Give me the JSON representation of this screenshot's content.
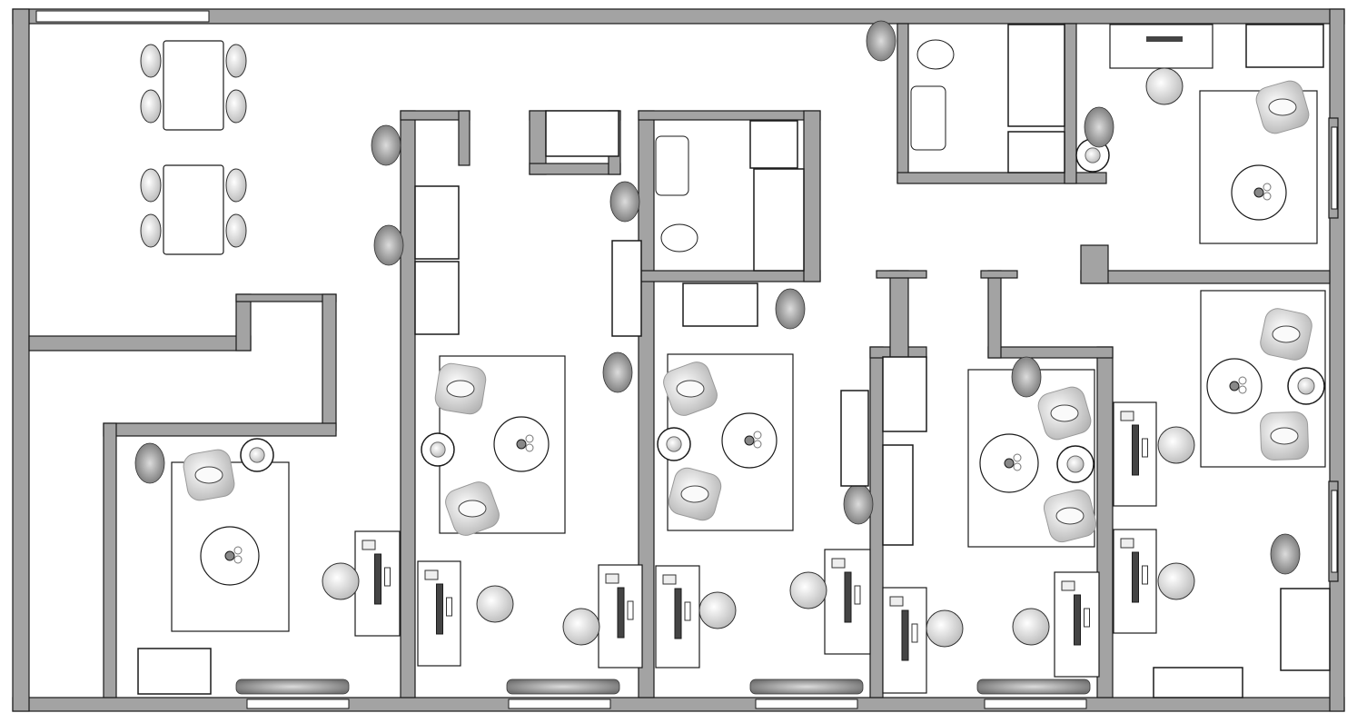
{
  "plan": {
    "colors": {
      "wall": "#a3a3a3",
      "outline": "#1a1a1a",
      "floor": "#ffffff",
      "plant": "#8a8a8a",
      "furniture": "#f2f2f2"
    },
    "counts": {
      "workstations": 10,
      "lounge_areas": 6,
      "dining_tables": 2,
      "washrooms": 2
    }
  }
}
